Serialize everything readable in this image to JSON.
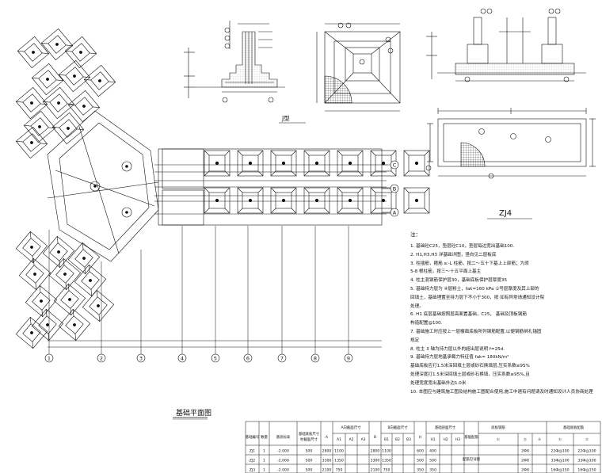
{
  "plan": {
    "title": "基础平面图",
    "grid_numbers": [
      "1",
      "2",
      "3",
      "4",
      "5",
      "6",
      "7",
      "8",
      "9"
    ],
    "grid_letters": [
      "C",
      "B",
      "A"
    ],
    "footing_rows": 2,
    "footing_cols": 7
  },
  "section_j": {
    "label": "J型"
  },
  "zj4": {
    "label": "ZJ4"
  },
  "notes": {
    "heading": "注：",
    "lines": [
      "1. 基础砼C25，垫层砼C10，垫层每边宽出基础100.",
      "2. H1,H3,H3    详基础详图，竖向见二层板底",
      "3. 柱插筋，箍筋    a:-L 柱筋，按二～五十下基上上部筋；为须",
      "    5-8  根柱筋，按三～十五平面上基主",
      "4. 柱主混钢筋保护层30，基础底板保护层厚度35",
      "5. 基础持力层为 ④层粉土，fak=160 kPa    ①号层厚度及其上部的",
      "    回填土，基础埋置至持力层下不小于300，按    如有异常请通知设计院",
      "    处理。",
      "6. H1  底层基础按照层高面置基础，C25，     基础及顶板钢筋",
      "    构造配置@100.",
      "7. 基础施工时应按上一层楼面底板所列钢筋配置,以便钢筋绑扎锚固",
      "    规定",
      "8. 柱主 3 轴为持力层以外的超出层说明 f=25d.",
      "9. 基础持力层地基承载力特征值  fak=    180kN/m²",
      "    基础底板应打1.5米深回填土层或砂石换填层,压实系数≥95%",
      "    处理深度打1.5米深回填土层或砂石换填，压实系数≥95%,且",
      "    处理宽度宽出基础外边1.0米",
      "10. 本图应与建筑施工图及结构施工图配合使用,施工中遇有问题请及时通知设计人员协商处理"
    ]
  },
  "table": {
    "headers": {
      "type": "基础编号",
      "qty": "数量",
      "elev": "基底标高",
      "size": "基础底板尺寸",
      "col_size": "柱截面尺寸",
      "a": "A",
      "a_group": "A向截面尺寸",
      "a1": "A1",
      "a2": "A2",
      "a3": "A3",
      "b": "B",
      "b_group": "B向截面尺寸",
      "b1": "B1",
      "b2": "B2",
      "b3": "B3",
      "h": "H",
      "h_group": "基础剖面尺寸",
      "h1": "H1",
      "h2": "H2",
      "h3": "H3",
      "remark": "基础配筋",
      "bars": "底板钢筋",
      "c1": "①",
      "c2": "②",
      "c3": "③",
      "rebar_group": "基础底板配筋",
      "r1": "①",
      "r2": "②"
    },
    "merged_note": "配筋见详图",
    "rows": [
      {
        "type": "ZJ1",
        "qty": "1",
        "elev": "-2.000",
        "size": "500",
        "a": "2800",
        "a1": "1100",
        "b": "2800",
        "b1": "1100",
        "h": "600",
        "h1": "400",
        "bars": "2Ф8",
        "r1": "22Ф@100",
        "r2": "22Ф@100"
      },
      {
        "type": "ZJ2",
        "qty": "1",
        "elev": "-2.000",
        "size": "500",
        "a": "3300",
        "a1": "1350",
        "b": "3300",
        "b1": "1350",
        "h": "500",
        "h1": "500",
        "bars": "2Ф8",
        "r1": "33Ф@100",
        "r2": "33Ф@100"
      },
      {
        "type": "ZJ3",
        "qty": "1",
        "elev": "-2.000",
        "size": "500",
        "a": "2100",
        "a1": "750",
        "b": "2100",
        "b1": "750",
        "h": "350",
        "h1": "350",
        "bars": "2Ф8",
        "r1": "16Ф@150",
        "r2": "16Ф@150"
      }
    ]
  },
  "colors": {
    "line": "#111111",
    "paper": "#ffffff"
  }
}
